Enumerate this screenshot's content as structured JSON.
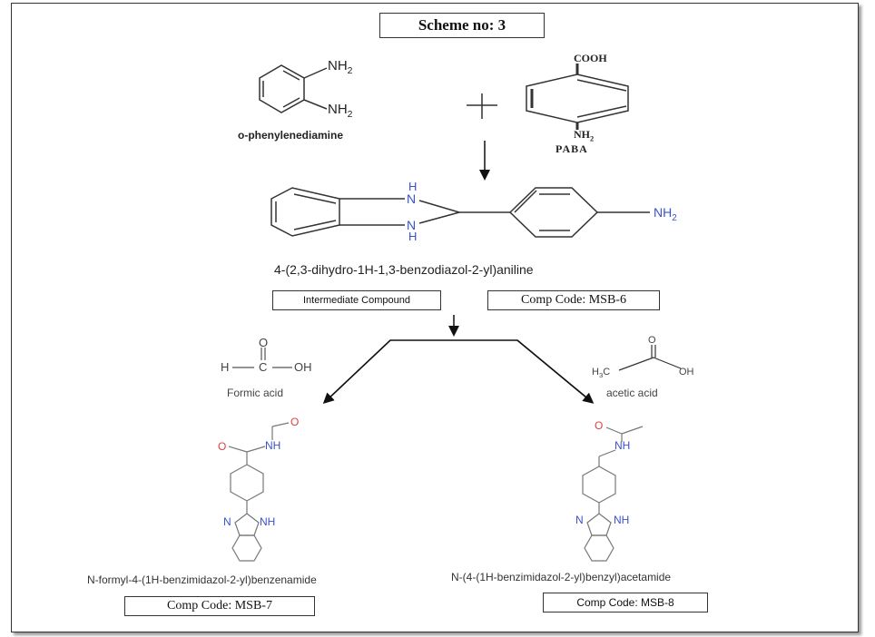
{
  "title": "Scheme no: 3",
  "reactants": [
    {
      "name": "o-phenylenediamine",
      "groups": [
        "NH2",
        "NH2"
      ]
    },
    {
      "name": "PABA",
      "groups": [
        "COOH",
        "NH2"
      ]
    }
  ],
  "plus": "+",
  "intermediate": {
    "name": "4-(2,3-dihydro-1H-1,3-benzodiazol-2-yl)aniline",
    "label": "Intermediate Compound",
    "code": "Comp Code: MSB-6",
    "atoms": {
      "nh_top": "N",
      "h_top": "H",
      "nh_bottom": "N",
      "h_bottom": "H",
      "amine": "NH2"
    }
  },
  "reagents": [
    {
      "name": "Formic acid",
      "formula": {
        "h": "H",
        "c": "C",
        "o": "O",
        "oh": "OH"
      }
    },
    {
      "name": "acetic acid",
      "formula": {
        "ch3": "H3C",
        "o": "O",
        "oh": "OH"
      }
    }
  ],
  "products": [
    {
      "name": "N-formyl-4-(1H-benzimidazol-2-yl)benzenamide",
      "code": "Comp Code: MSB-7",
      "atoms": {
        "o1": "O",
        "o2": "O",
        "nh": "NH",
        "n": "N",
        "nh2": "NH"
      }
    },
    {
      "name": "N-(4-(1H-benzimidazol-2-yl)benzyl)acetamide",
      "code": "Comp Code: MSB-8",
      "atoms": {
        "o1": "O",
        "nh": "NH",
        "n": "N",
        "nh2": "NH"
      }
    }
  ],
  "colors": {
    "nitrogen": "#3a50d0",
    "oxygen": "#e04040",
    "bond": "#222222",
    "bond_light": "#555555"
  }
}
